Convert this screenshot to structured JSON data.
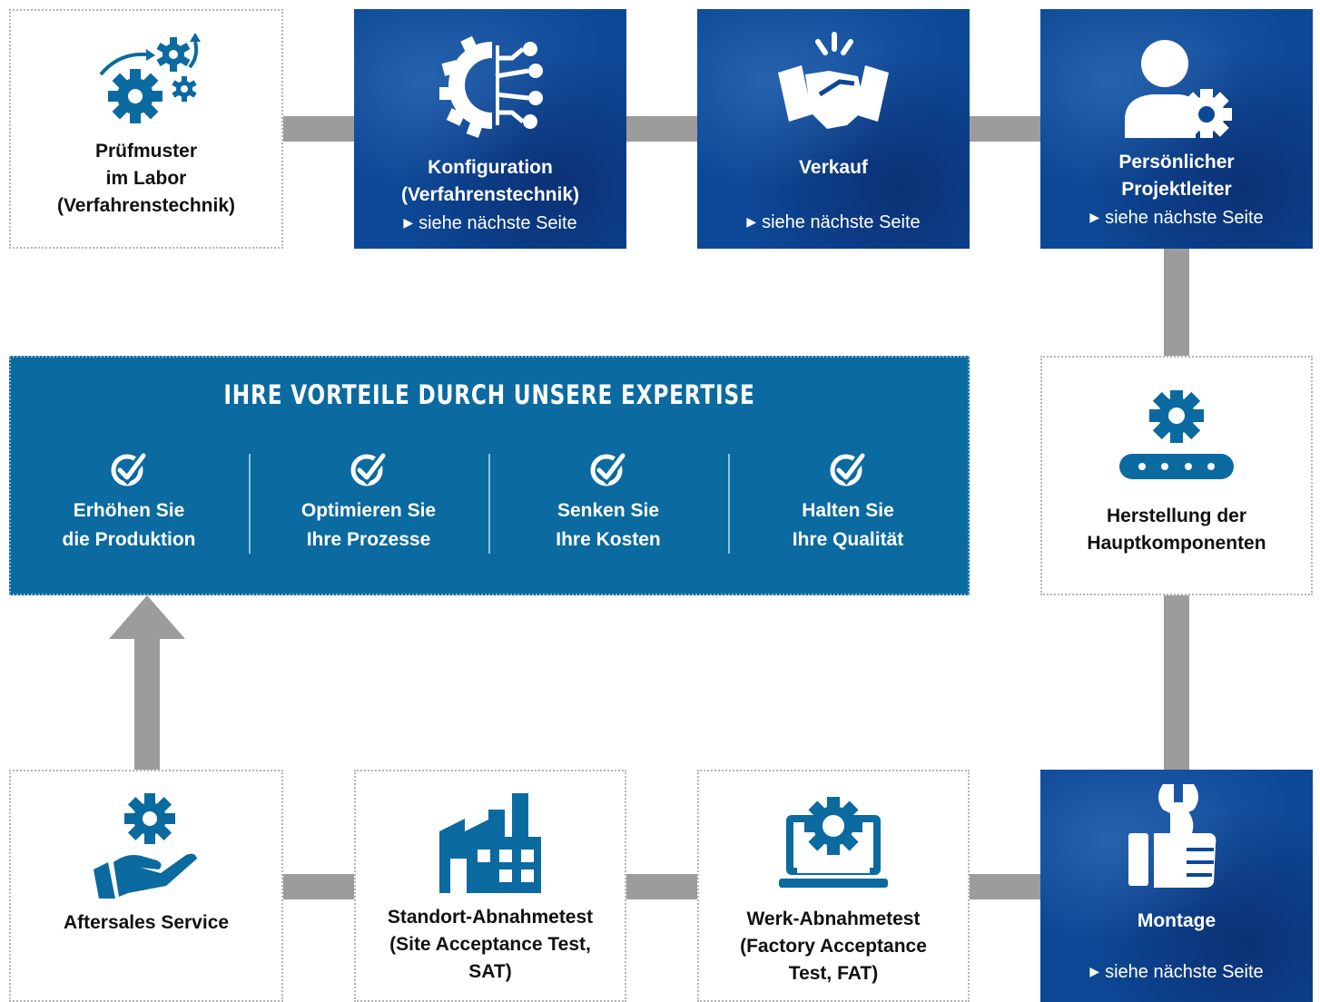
{
  "colors": {
    "accent": "#0b6aa0",
    "dark_box": "#0d4896",
    "connector": "#9c9c9c"
  },
  "steps": {
    "pruefmuster": {
      "title": "Prüfmuster\nim Labor\n(Verfahrenstechnik)",
      "icon": "gears-cycle-icon"
    },
    "konfiguration": {
      "title": "Konfiguration\n(Verfahrenstechnik)",
      "link": "siehe nächste Seite",
      "icon": "gear-circuit-icon"
    },
    "verkauf": {
      "title": "Verkauf",
      "link": "siehe nächste Seite",
      "icon": "handshake-icon"
    },
    "projektleiter": {
      "title": "Persönlicher\nProjektleiter",
      "link": "siehe nächste Seite",
      "icon": "person-gear-icon"
    },
    "herstellung": {
      "title": "Herstellung der\nHauptkomponenten",
      "icon": "conveyor-gear-icon"
    },
    "montage": {
      "title": "Montage",
      "link": "siehe nächste Seite",
      "icon": "thumbs-up-wrench-icon"
    },
    "werk": {
      "title": "Werk-Abnahmetest\n(Factory Acceptance\nTest, FAT)",
      "icon": "laptop-gear-icon"
    },
    "standort": {
      "title": "Standort-Abnahmetest\n(Site Acceptance Test,\nSAT)",
      "icon": "factory-icon"
    },
    "aftersales": {
      "title": "Aftersales Service",
      "icon": "hand-gear-icon"
    }
  },
  "banner": {
    "heading": "IHRE VORTEILE DURCH UNSERE EXPERTISE",
    "benefits": [
      {
        "text": "Erhöhen Sie\ndie Produktion",
        "icon": "check-circle-icon"
      },
      {
        "text": "Optimieren Sie\nIhre Prozesse",
        "icon": "check-circle-icon"
      },
      {
        "text": "Senken Sie\nIhre Kosten",
        "icon": "check-circle-icon"
      },
      {
        "text": "Halten Sie\nIhre Qualität",
        "icon": "check-circle-icon"
      }
    ]
  }
}
